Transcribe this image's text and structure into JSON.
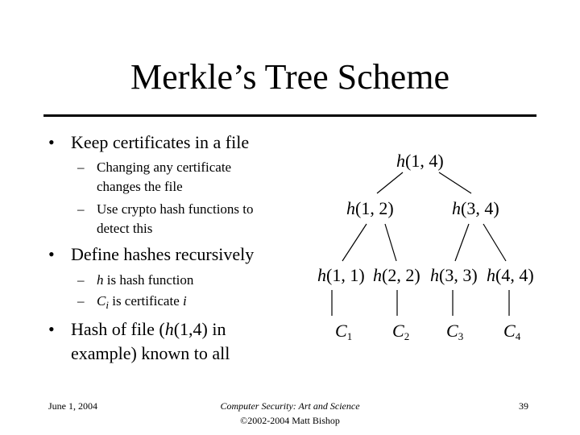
{
  "title": "Merkle’s Tree Scheme",
  "bullets": [
    {
      "text": "Keep certificates in a file"
    },
    {
      "sub1": "Changing any certificate",
      "sub1b": "changes the file",
      "sub2": "Use crypto hash functions to",
      "sub2b": "detect this"
    },
    {
      "text": "Define hashes recursively"
    },
    {
      "h_var": "h",
      "h_rest": " is hash function",
      "c_var": "C",
      "c_sub": "i",
      "c_rest": " is certificate ",
      "c_var2": "i"
    },
    {
      "text_a": "Hash of file (",
      "text_h": "h",
      "text_b": "(1,4) in",
      "text_c": "example) known to all"
    }
  ],
  "tree": {
    "root": {
      "h": "h",
      "args": "(1, 4)"
    },
    "level1": [
      {
        "h": "h",
        "args": "(1, 2)"
      },
      {
        "h": "h",
        "args": "(3, 4)"
      }
    ],
    "level2": [
      {
        "h": "h",
        "args": "(1, 1)"
      },
      {
        "h": "h",
        "args": "(2, 2)"
      },
      {
        "h": "h",
        "args": "(3, 3)"
      },
      {
        "h": "h",
        "args": "(4, 4)"
      }
    ],
    "leaves": [
      {
        "c": "C",
        "sub": "1"
      },
      {
        "c": "C",
        "sub": "2"
      },
      {
        "c": "C",
        "sub": "3"
      },
      {
        "c": "C",
        "sub": "4"
      }
    ]
  },
  "footer": {
    "date": "June 1, 2004",
    "book": "Computer Security: Art and Science",
    "copyright": "©2002-2004 Matt Bishop",
    "page": "39"
  }
}
